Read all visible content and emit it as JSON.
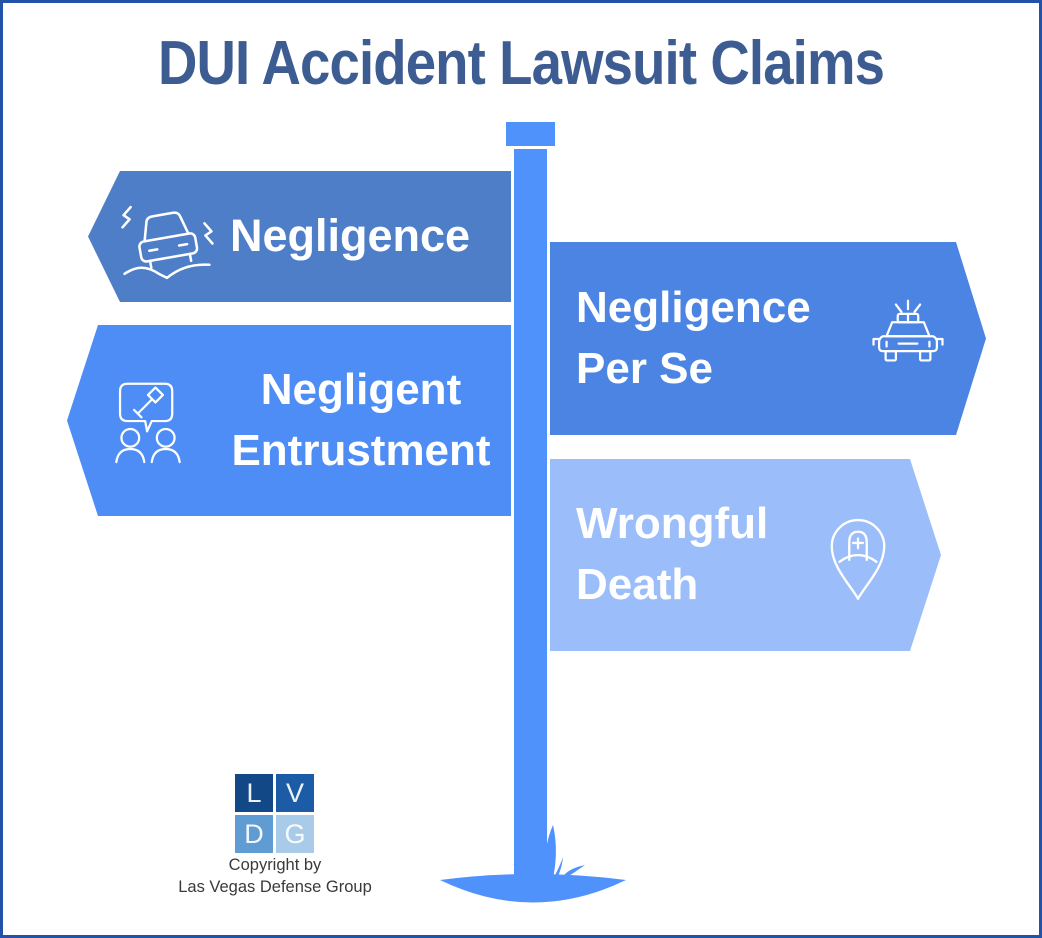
{
  "page": {
    "title": "DUI Accident Lawsuit Claims"
  },
  "signs": [
    {
      "name": "negligence",
      "lines": [
        "Negligence"
      ],
      "direction": "left",
      "color": "#4F7EC8",
      "icon": "car-skid-icon"
    },
    {
      "name": "negligence-per-se",
      "lines": [
        "Negligence",
        "Per Se"
      ],
      "direction": "right",
      "color": "#4B84E2",
      "icon": "police-car-icon"
    },
    {
      "name": "negligent-entrustment",
      "lines": [
        "Negligent",
        "Entrustment"
      ],
      "direction": "left",
      "color": "#4D8DF5",
      "icon": "legal-discussion-icon"
    },
    {
      "name": "wrongful-death",
      "lines": [
        "Wrongful",
        "Death"
      ],
      "direction": "right",
      "color": "#9BBDF9",
      "icon": "memorial-pin-icon"
    }
  ],
  "signpost": {
    "pole_color": "#4F92FB"
  },
  "footer": {
    "logo": {
      "letters": [
        "L",
        "V",
        "D",
        "G"
      ],
      "colors": [
        "#134886",
        "#1C5CA6",
        "#5E9CD3",
        "#A7CBE9"
      ]
    },
    "copyright_line1": "Copyright by",
    "copyright_line2": "Las Vegas Defense Group"
  },
  "colors": {
    "title_text": "#3D5C92",
    "border": "#2353A9",
    "sign_text": "#FFFFFF",
    "copyright_text": "#3A3A3A"
  }
}
